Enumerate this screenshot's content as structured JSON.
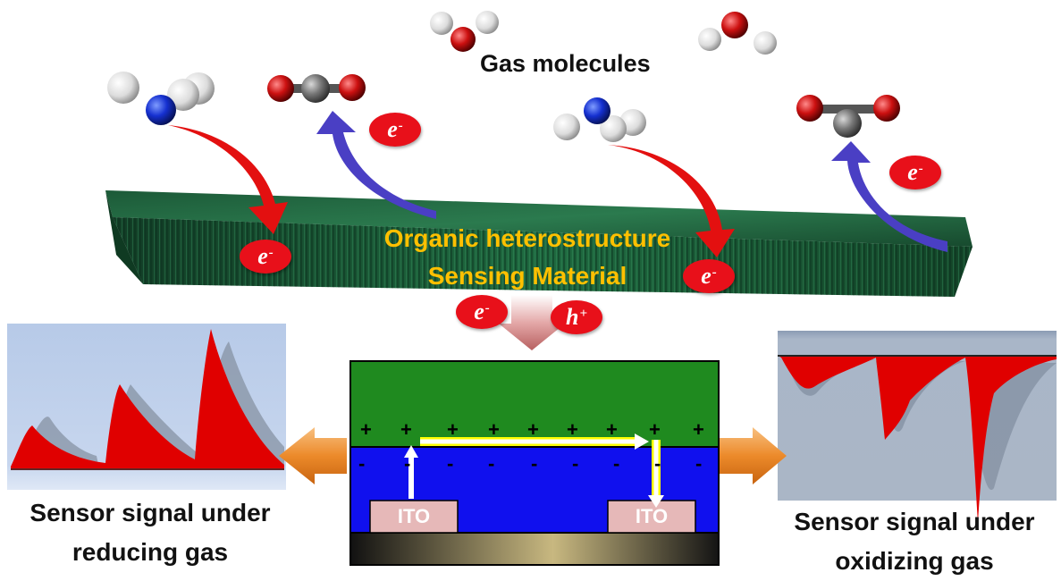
{
  "labels": {
    "gas_molecules": "Gas molecules",
    "material_line1": "Organic heterostructure",
    "material_line2": "Sensing Material",
    "signal_reducing_line1": "Sensor signal under",
    "signal_reducing_line2": "reducing gas",
    "signal_oxidizing_line1": "Sensor signal under",
    "signal_oxidizing_line2": "oxidizing gas"
  },
  "device": {
    "electrode_left": "ITO",
    "electrode_right": "ITO",
    "plus_sign": "+",
    "minus_sign": "-"
  },
  "carriers": {
    "electron": "e",
    "electron_charge": "-",
    "hole": "h",
    "hole_charge": "+"
  },
  "colors": {
    "electron_badge": "#e8101a",
    "reduce_arrow": "#e31010",
    "oxidize_arrow": "#4a3fc4",
    "material_text": "#ffc000",
    "device_top_layer": "#1f8a1f",
    "device_bottom_layer": "#1010ee",
    "ito": "#e6b8b8",
    "signal_peaks": "#e00000",
    "nitrogen_atom": "#1530d0",
    "oxygen_atom": "#cc1010",
    "carbon_atom": "#777777",
    "hydrogen_atom": "#e8e8e8"
  }
}
